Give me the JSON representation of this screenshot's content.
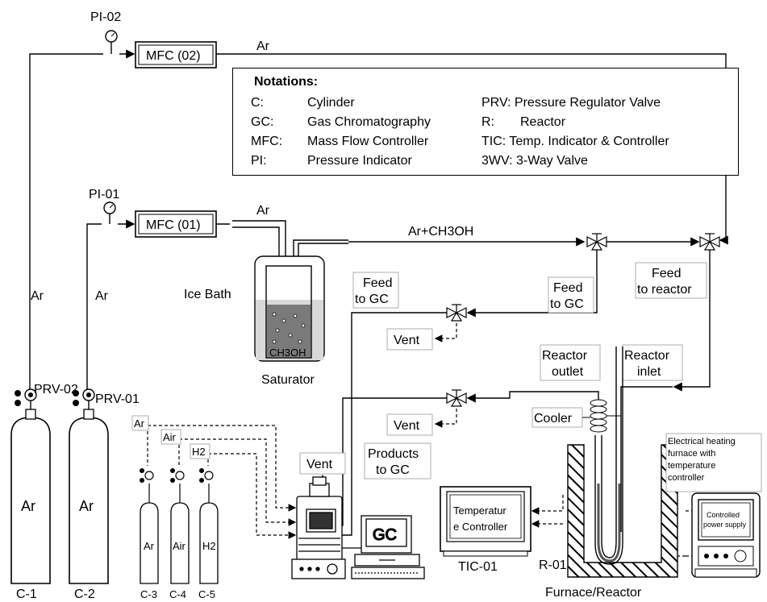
{
  "notations": {
    "title": "Notations",
    "left": [
      {
        "abbr": "C:",
        "desc": "Cylinder"
      },
      {
        "abbr": "GC:",
        "desc": "Gas Chromatography"
      },
      {
        "abbr": "MFC:",
        "desc": "Mass Flow Controller"
      },
      {
        "abbr": "PI:",
        "desc": "Pressure Indicator"
      }
    ],
    "right": [
      {
        "abbr": "PRV:",
        "desc": "Pressure Regulator Valve"
      },
      {
        "abbr": "R:",
        "desc": "Reactor"
      },
      {
        "abbr": "TIC:",
        "desc": "Temp. Indicator & Controller"
      },
      {
        "abbr": "3WV:",
        "desc": "3-Way Valve"
      }
    ]
  },
  "labels": {
    "pi02": "PI-02",
    "pi01": "PI-01",
    "mfc02": "MFC (02)",
    "mfc01": "MFC (01)",
    "ar_top": "Ar",
    "ar_mid": "Ar",
    "ar_ch3oh": "Ar+CH3OH",
    "ar_line1": "Ar",
    "ar_line2": "Ar",
    "ice_bath": "Ice Bath",
    "ch3oh": "CH3OH",
    "saturator": "Saturator",
    "feed_gc_left": [
      "Feed",
      "to GC"
    ],
    "feed_gc_right": [
      "Feed",
      "to GC"
    ],
    "feed_reactor": [
      "Feed",
      "to reactor"
    ],
    "vent1": "Vent",
    "vent2": "Vent",
    "vent3": "Vent",
    "reactor_outlet": [
      "Reactor",
      "outlet"
    ],
    "reactor_inlet": [
      "Reactor",
      "inlet"
    ],
    "cooler": "Cooler",
    "products_gc": [
      "Products",
      "to GC"
    ],
    "gc": "GC",
    "temp_controller": [
      "Temperatur",
      "e Controller"
    ],
    "tic01": "TIC-01",
    "r01": "R-01",
    "furnace": "Furnace/Reactor",
    "heating": [
      "Electrical heating",
      "furnace with",
      "temperature",
      "controller"
    ],
    "power_supply": [
      "Controlled",
      "power supply"
    ],
    "prv02": "PRV-02",
    "prv01": "PRV-01",
    "small_ar": "Ar",
    "small_air": "Air",
    "small_h2": "H2",
    "cyl": {
      "c1": "Ar",
      "c2": "Ar",
      "c3": "Ar",
      "c4": "Air",
      "c5": "H2"
    },
    "cyl_names": {
      "c1": "C-1",
      "c2": "C-2",
      "c3": "C-3",
      "c4": "C-4",
      "c5": "C-5"
    }
  }
}
